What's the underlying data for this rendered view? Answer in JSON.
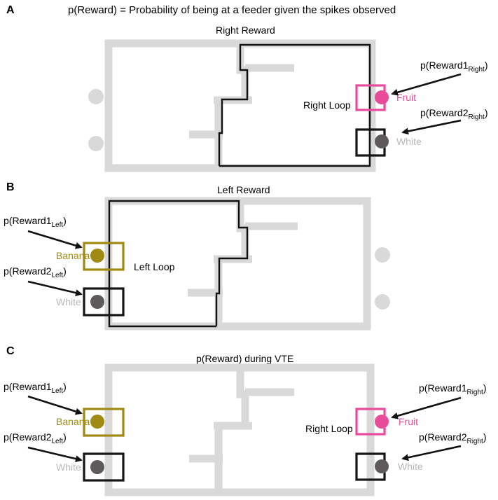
{
  "title": "p(Reward) = Probability of being at a feeder given the spikes observed",
  "colors": {
    "maze": "#d9d9d9",
    "path": "#111111",
    "pink": "#e94b9b",
    "gold": "#a08a14",
    "dark_feeder": "#5e5a5b",
    "white_label": "#b8b8b8",
    "box_dark": "#151515"
  },
  "panels": {
    "a": {
      "letter": "A",
      "title": "Right Reward",
      "loop_label": "Right Loop",
      "feeder_top": "Fruit",
      "feeder_bottom": "White",
      "prob_top": {
        "base": "p(Reward1",
        "sub": "Right",
        "close": ")"
      },
      "prob_bottom": {
        "base": "p(Reward2",
        "sub": "Right",
        "close": ")"
      }
    },
    "b": {
      "letter": "B",
      "title": "Left Reward",
      "loop_label": "Left Loop",
      "feeder_top": "Banana",
      "feeder_bottom": "White",
      "prob_top": {
        "base": "p(Reward1",
        "sub": "Left",
        "close": ")"
      },
      "prob_bottom": {
        "base": "p(Reward2",
        "sub": "Left",
        "close": ")"
      }
    },
    "c": {
      "letter": "C",
      "title": "p(Reward) during VTE",
      "loop_label": "Right Loop",
      "left_feeder_top": "Banana",
      "left_feeder_bottom": "White",
      "right_feeder_top": "Fruit",
      "right_feeder_bottom": "White",
      "left_prob_top": {
        "base": "p(Reward1",
        "sub": "Left",
        "close": ")"
      },
      "left_prob_bottom": {
        "base": "p(Reward2",
        "sub": "Left",
        "close": ")"
      },
      "right_prob_top": {
        "base": "p(Reward1",
        "sub": "Right",
        "close": ")"
      },
      "right_prob_bottom": {
        "base": "p(Reward2",
        "sub": "Right",
        "close": ")"
      }
    }
  }
}
